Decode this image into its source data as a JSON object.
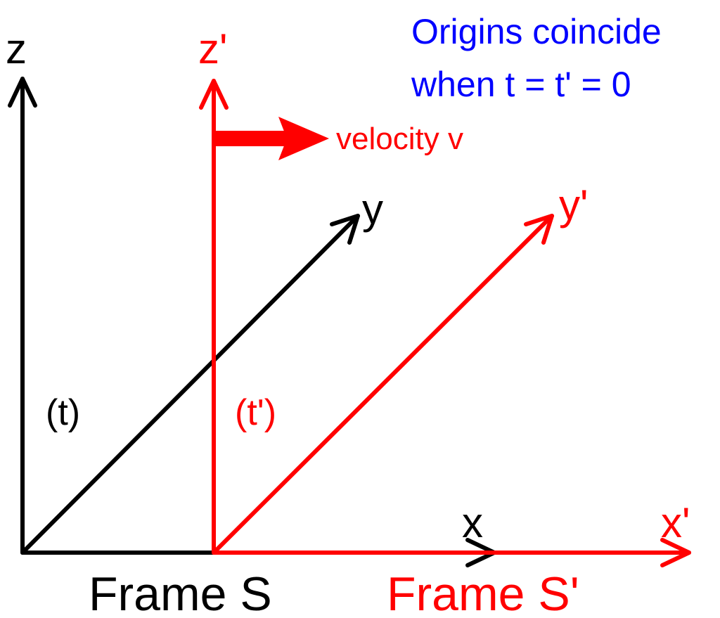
{
  "frame_s": {
    "color": "#000000",
    "axis_x_label": "x",
    "axis_y_label": "y",
    "axis_z_label": "z",
    "time_label": "(t)",
    "name": "Frame S"
  },
  "frame_s_prime": {
    "color": "#ff0000",
    "axis_x_label": "x'",
    "axis_y_label": "y'",
    "axis_z_label": "z'",
    "time_label": "(t')",
    "name": "Frame S'",
    "velocity_label": "velocity v"
  },
  "note": {
    "color": "#0000ff",
    "line1": "Origins coincide",
    "line2": "when t = t' = 0"
  }
}
